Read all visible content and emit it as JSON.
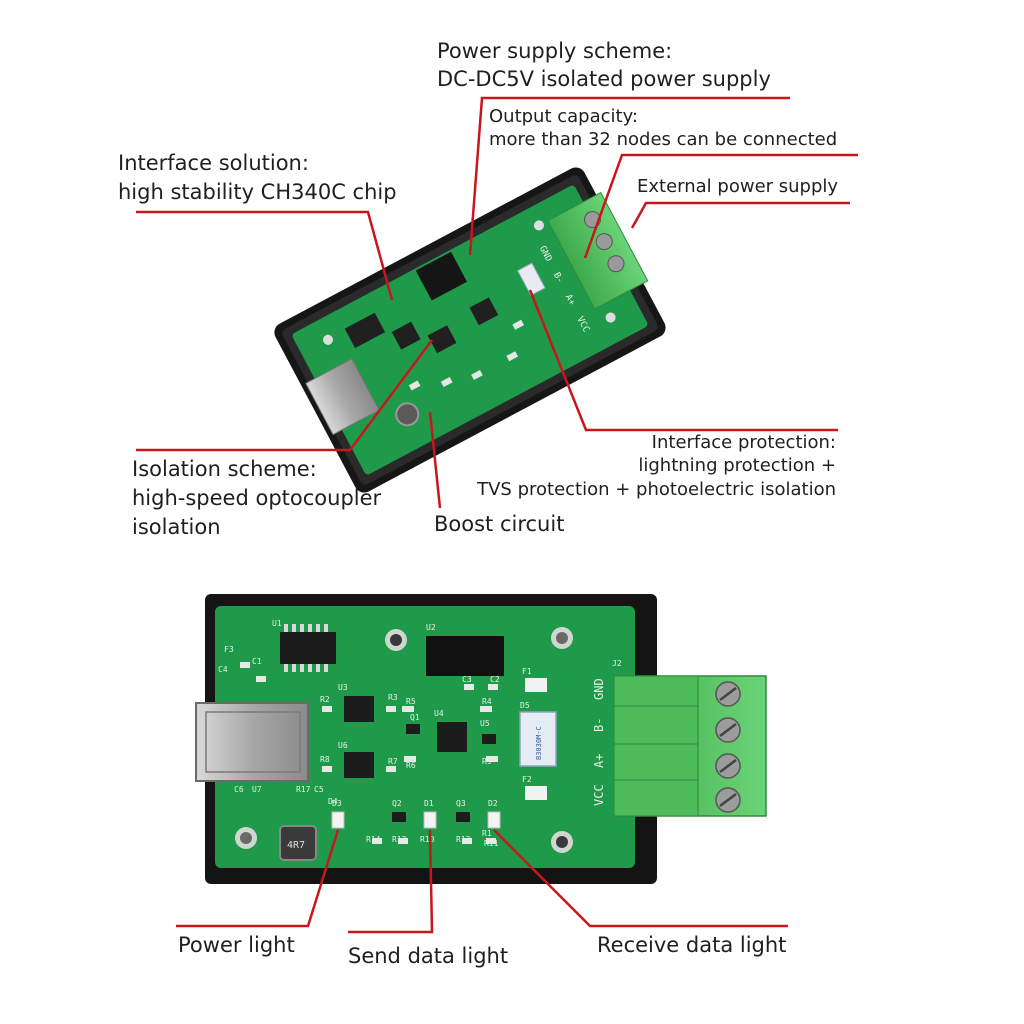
{
  "labels": {
    "power_scheme_title": "Power supply scheme:",
    "power_scheme_value": "DC-DC5V isolated power supply",
    "output_capacity_title": "Output capacity:",
    "output_capacity_value": "more than 32 nodes can be connected",
    "interface_solution_title": "Interface solution:",
    "interface_solution_value": "high stability CH340C chip",
    "external_power": "External power supply",
    "interface_protection_title": "Interface protection:",
    "interface_protection_line2": "lightning protection +",
    "interface_protection_line3": "TVS protection + photoelectric isolation",
    "isolation_title": "Isolation scheme:",
    "isolation_line2": "high-speed optocoupler",
    "isolation_line3": "isolation",
    "boost_circuit": "Boost circuit",
    "power_light": "Power light",
    "send_light": "Send data light",
    "receive_light": "Receive data light"
  },
  "pcb_top": {
    "terminal_labels": [
      "VCC",
      "A+",
      "B-",
      "GND"
    ]
  },
  "pcb_bottom": {
    "terminal_labels": [
      "VCC",
      "A+",
      "B-",
      "GND"
    ],
    "silkscreen": [
      "U1",
      "U2",
      "J2",
      "F1",
      "F2",
      "F3",
      "C1",
      "C3",
      "C2",
      "C4",
      "C5",
      "C6",
      "R1",
      "R2",
      "R3",
      "R4",
      "R5",
      "R6",
      "R7",
      "R8",
      "R9",
      "R10",
      "R11",
      "R12",
      "R13",
      "R14",
      "R17",
      "D1",
      "D2",
      "D3",
      "D4",
      "D5",
      "Q1",
      "Q2",
      "Q3",
      "U3",
      "U4",
      "U5",
      "U6",
      "U7"
    ],
    "inductor_text": "4R7",
    "tvs_text": "B3030M-C"
  },
  "colors": {
    "callout_line": "#c8161d",
    "pcb_green": "#1f9a4a",
    "terminal_green": "#5fc36a",
    "enclosure": "#1a1a1a"
  }
}
